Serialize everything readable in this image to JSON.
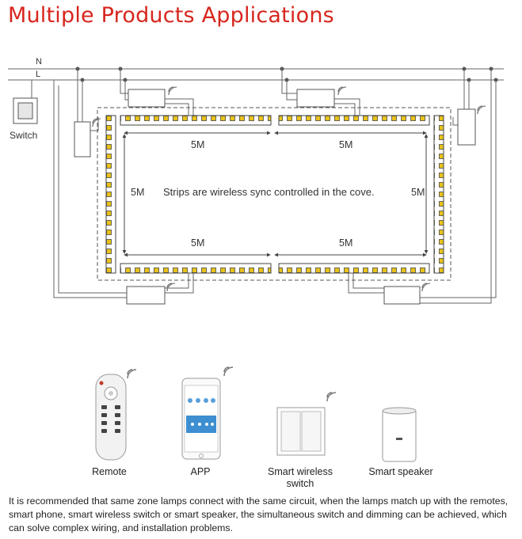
{
  "title": "Multiple Products Applications",
  "wires": {
    "neutral": "N",
    "live": "L"
  },
  "switch_label": "Switch",
  "lengths": {
    "top_left": "5M",
    "top_right": "5M",
    "left": "5M",
    "right": "5M",
    "bottom_left": "5M",
    "bottom_right": "5M"
  },
  "center_text": "Strips are wireless sync controlled in the cove.",
  "devices": [
    {
      "id": "remote",
      "label": "Remote"
    },
    {
      "id": "app",
      "label": "APP"
    },
    {
      "id": "wireless-switch",
      "label": "Smart wireless switch"
    },
    {
      "id": "speaker",
      "label": "Smart speaker"
    }
  ],
  "description": "It is recommended that same zone lamps connect with the same circuit, when the lamps match up with the remotes, smart phone, smart wireless switch or smart speaker, the simultaneous switch and dimming can be achieved, which can solve complex wiring, and installation problems.",
  "colors": {
    "accent": "#d7261e",
    "line": "#555555",
    "led": "#e8c21a"
  }
}
